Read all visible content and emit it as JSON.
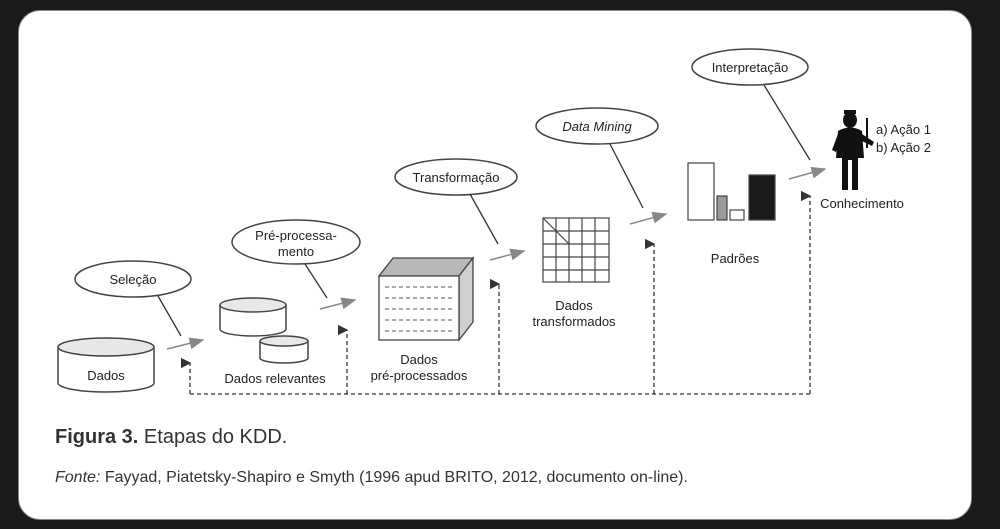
{
  "stages": {
    "dados": "Dados",
    "dados_relevantes": "Dados relevantes",
    "dados_pre_1": "Dados",
    "dados_pre_2": "pré-processados",
    "dados_transf_1": "Dados",
    "dados_transf_2": "transformados",
    "padroes": "Padrões",
    "conhecimento": "Conhecimento"
  },
  "steps": {
    "selecao": "Seleção",
    "preproc_1": "Pré-processa-",
    "preproc_2": "mento",
    "transformacao": "Transformação",
    "data_mining": "Data Mining",
    "interpretacao": "Interpretação"
  },
  "actions": {
    "acao1": "a) Ação 1",
    "acao2": "b) Ação 2"
  },
  "caption": {
    "label": "Figura 3.",
    "text": "Etapas do KDD."
  },
  "source": {
    "label": "Fonte:",
    "text": "Fayyad, Piatetsky-Shapiro e Smyth (1996 apud BRITO, 2012, documento on-line)."
  }
}
